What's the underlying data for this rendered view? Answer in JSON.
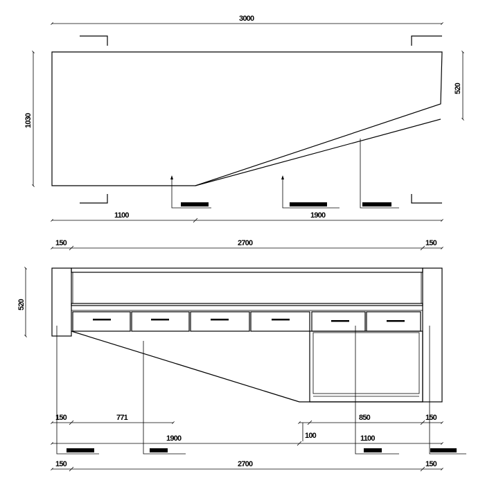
{
  "plan": {
    "dimensions": {
      "overall_width": "3000",
      "left_height": "1030",
      "right_height": "520",
      "bottom_left": "1100",
      "bottom_right": "1900"
    },
    "leader_tags": 3
  },
  "elevation": {
    "dimensions": {
      "top_left": "150",
      "top_mid": "2700",
      "top_right": "150",
      "height": "520",
      "row1_left": "150",
      "row1_mid": "771",
      "row1_gap": "100",
      "row1_right_mid": "850",
      "row1_right": "150",
      "row2_left": "1900",
      "row2_right": "1100",
      "row3_left": "150",
      "row3_mid": "2700",
      "row3_right": "150"
    },
    "drawer_count": 6,
    "leader_tags": 4
  }
}
